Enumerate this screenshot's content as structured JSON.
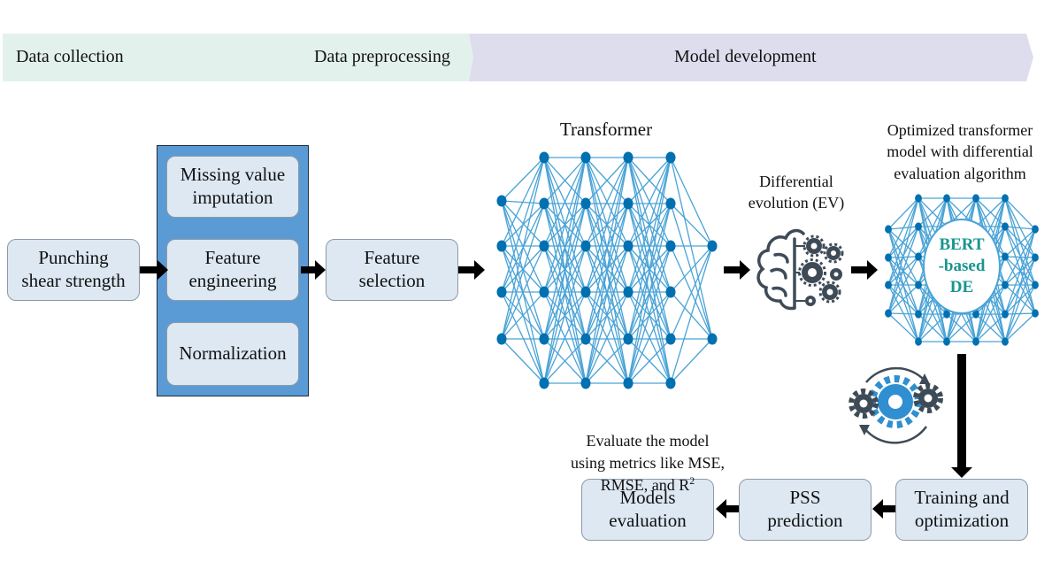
{
  "phases": {
    "data_collection": "Data collection",
    "data_preprocessing": "Data preprocessing",
    "model_development": "Model development"
  },
  "colors": {
    "phase_green": "#e3f1ec",
    "phase_purple": "#ddddee",
    "box_fill": "#dde8f3",
    "preprocess_panel": "#5b9bd5",
    "network_edge": "#4aa3d6",
    "network_node": "#0070b0",
    "bert_text": "#18958f",
    "gear_dark": "#3e4b57",
    "gear_blue": "#2f8fd0"
  },
  "boxes": {
    "punching": "Punching\nshear strength",
    "missing": "Missing value\nimputation",
    "feature_eng": "Feature\nengineering",
    "normalization": "Normalization",
    "feature_sel": "Feature\nselection",
    "training": "Training and\noptimization",
    "pss": "PSS\nprediction",
    "models_eval": "Models\nevaluation"
  },
  "labels": {
    "transformer": "Transformer",
    "differential": "Differential\nevolution (EV)",
    "optimized": "Optimized transformer\nmodel with differential\nevaluation algorithm",
    "bert": "BERT\n-based\nDE",
    "evaluate_main": "Evaluate the model\nusing metrics like MSE,\nRMSE, and R",
    "evaluate_sup": "2"
  },
  "icons": {
    "brain": "brain-gears-icon",
    "gears": "gears-cycle-icon"
  }
}
